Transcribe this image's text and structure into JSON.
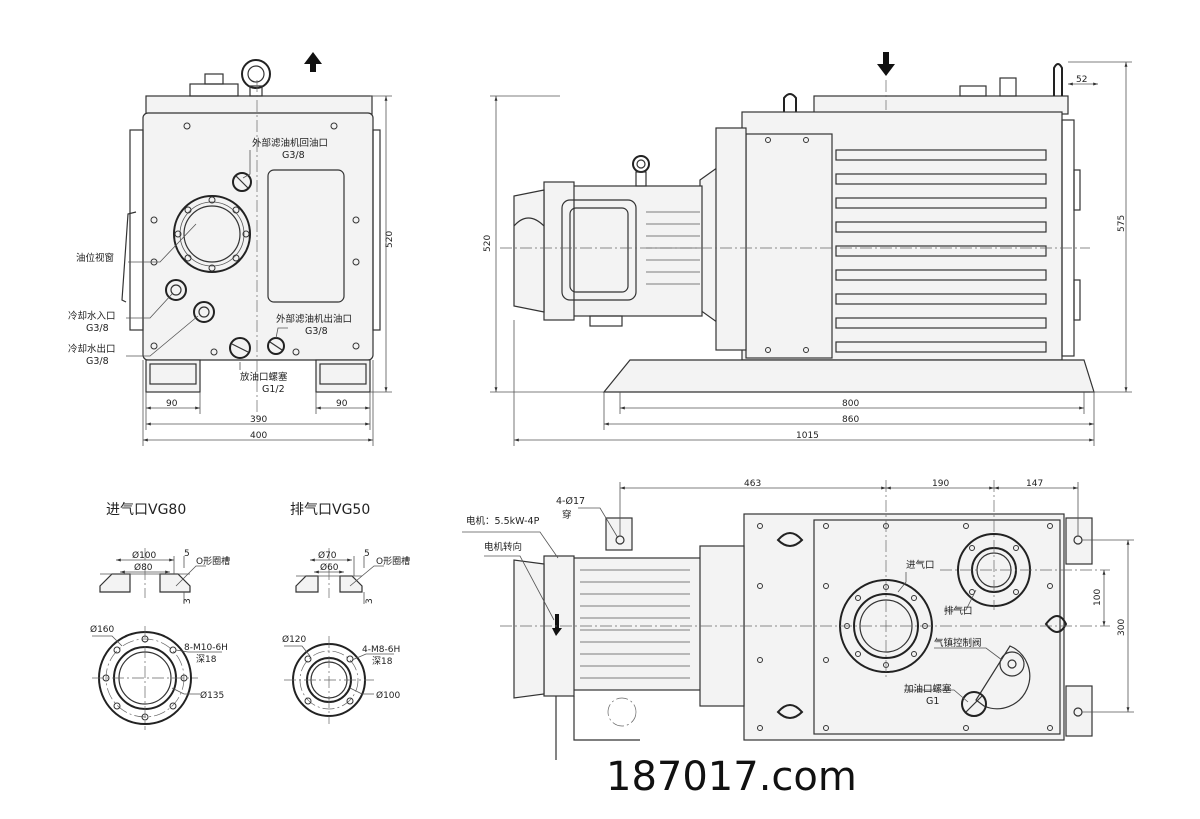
{
  "front_view": {
    "labels": {
      "ext_filter_return": "外部滤油机回油口",
      "ext_filter_return_thread": "G3/8",
      "oil_sight_glass": "油位视窗",
      "cooling_water_in": "冷却水入口",
      "cooling_water_in_thread": "G3/8",
      "cooling_water_out": "冷却水出口",
      "cooling_water_out_thread": "G3/8",
      "ext_filter_outlet": "外部滤油机出油口",
      "ext_filter_outlet_thread": "G3/8",
      "drain_plug": "放油口螺塞",
      "drain_plug_thread": "G1/2"
    },
    "dims": {
      "height": "520",
      "foot_left": "90",
      "foot_right": "90",
      "inner_width": "390",
      "overall_width": "400"
    }
  },
  "side_view": {
    "dims": {
      "height_left": "520",
      "height_right": "575",
      "top_offset": "52",
      "base_800": "800",
      "base_860": "860",
      "overall": "1015"
    }
  },
  "inlet": {
    "title": "进气口VG80",
    "dims": {
      "d100": "Ø100",
      "d80": "Ø80",
      "d5": "5",
      "d3": "3",
      "oring": "O形圈槽",
      "d160": "Ø160",
      "bolts": "8-M10-6H",
      "depth": "深18",
      "d135": "Ø135"
    }
  },
  "outlet": {
    "title": "排气口VG50",
    "dims": {
      "d70": "Ø70",
      "d60": "Ø60",
      "d5": "5",
      "d3": "3",
      "oring": "O形圈槽",
      "d120": "Ø120",
      "bolts": "4-M8-6H",
      "depth": "深18",
      "d100": "Ø100"
    }
  },
  "top_view": {
    "labels": {
      "holes": "4-Ø17",
      "holes_thru": "穿",
      "motor": "电机：5.5kW-4P",
      "rotation": "电机转向",
      "inlet": "进气口",
      "outlet": "排气口",
      "gas_ballast": "气镇控制阀",
      "fill_plug": "加油口螺塞",
      "fill_plug_thread": "G1"
    },
    "dims": {
      "d463": "463",
      "d190": "190",
      "d147": "147",
      "d100": "100",
      "d300": "300"
    }
  },
  "watermark": "187017.com"
}
